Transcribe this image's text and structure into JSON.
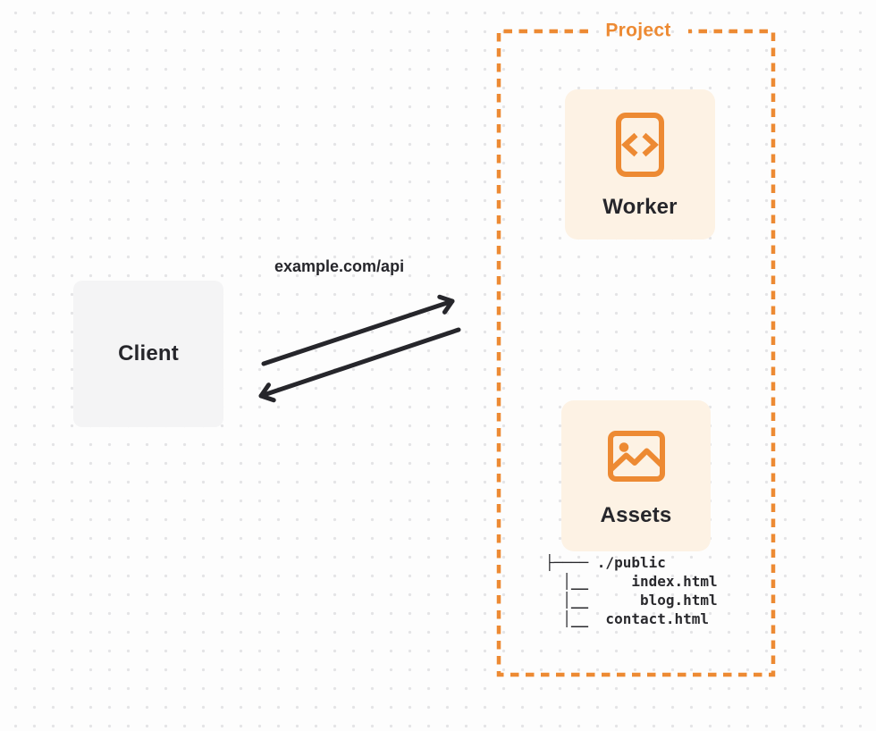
{
  "colors": {
    "accent_orange": "#ED8A33",
    "card_cream": "#FDF2E4",
    "client_gray": "#F4F4F5",
    "ink": "#26262B",
    "background": "#FDFDFD",
    "grid_dot": "#E4E4E6"
  },
  "project": {
    "label": "Project"
  },
  "nodes": {
    "client": {
      "label": "Client"
    },
    "worker": {
      "label": "Worker",
      "icon": "code-file-icon"
    },
    "assets": {
      "label": "Assets",
      "icon": "image-icon"
    }
  },
  "connection": {
    "url": "example.com/api",
    "direction": "bidirectional"
  },
  "file_tree": {
    "lines": [
      "├──── ./public",
      "  │__     index.html",
      "  │__      blog.html",
      "  │__  contact.html"
    ]
  }
}
